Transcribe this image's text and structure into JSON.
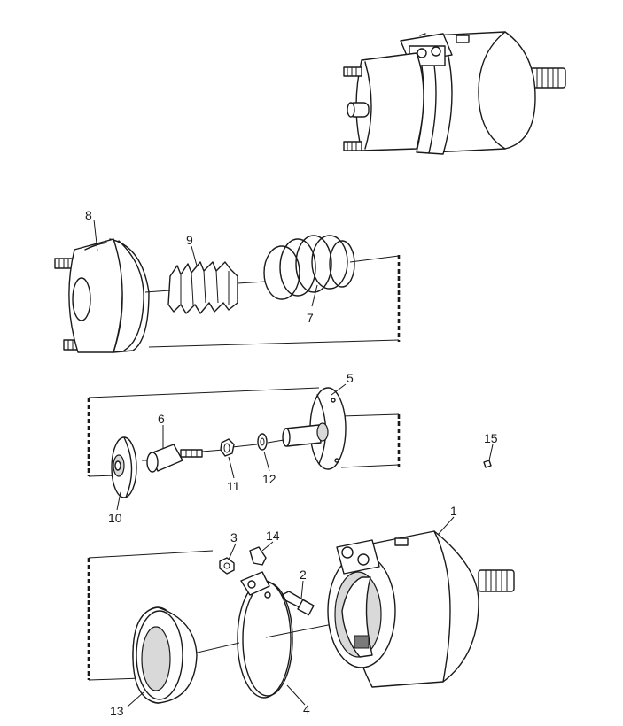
{
  "diagram": {
    "type": "exploded-parts-view",
    "labels": {
      "p1": "1",
      "p2": "2",
      "p3": "3",
      "p4": "4",
      "p5": "5",
      "p6": "6",
      "p7": "7",
      "p8": "8",
      "p9": "9",
      "p10": "10",
      "p11": "11",
      "p12": "12",
      "p13": "13",
      "p14": "14",
      "p15": "15"
    }
  }
}
